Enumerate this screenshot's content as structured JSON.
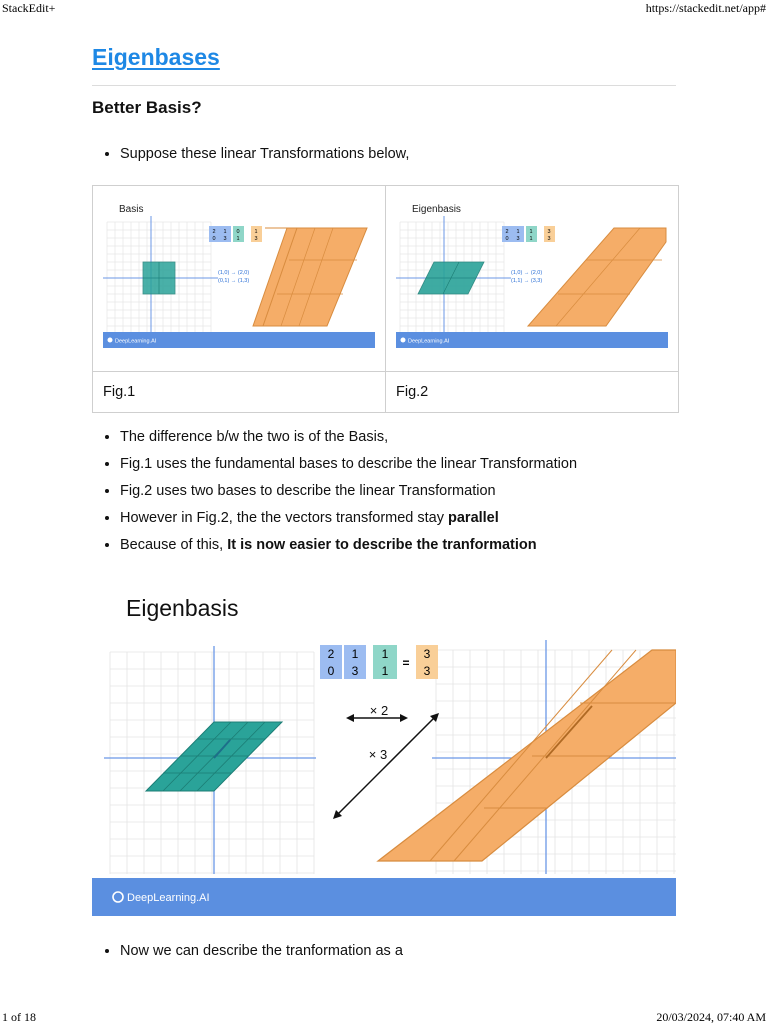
{
  "print": {
    "header_left": "StackEdit+",
    "header_right": "https://stackedit.net/app#",
    "footer_left": "1 of 18",
    "footer_right": "20/03/2024, 07:40 AM"
  },
  "doc": {
    "title": "Eigenbases",
    "subtitle": "Better Basis?",
    "bullets_1": [
      "Suppose these linear Transformations below,"
    ],
    "bullets_2": [
      {
        "text": "The difference b/w the two is of the Basis,",
        "bold": ""
      },
      {
        "text": "Fig.1 uses the fundamental bases to describe the linear Transformation",
        "bold": ""
      },
      {
        "text": "Fig.2 uses two bases to describe the linear Transformation",
        "bold": ""
      },
      {
        "text": "However in Fig.2, the the vectors transformed stay ",
        "bold": "parallel"
      },
      {
        "text": "Because of this, ",
        "bold": "It is now easier to describe the tranformation"
      }
    ],
    "bullets_3": [
      "Now we can describe the tranformation as a"
    ]
  },
  "figures": {
    "fig1": {
      "heading": "Basis",
      "matrix": [
        "2",
        "1",
        "0",
        "3"
      ],
      "vector": [
        "0",
        "1"
      ],
      "result": [
        "1",
        "3"
      ],
      "maps": [
        "(1,0) → (2,0)",
        "(0,1) → (1,3)"
      ],
      "brand": "DeepLearning.AI",
      "caption": "Fig.1"
    },
    "fig2": {
      "heading": "Eigenbasis",
      "matrix": [
        "2",
        "1",
        "0",
        "3"
      ],
      "vector": [
        "1",
        "1"
      ],
      "result": [
        "3",
        "3"
      ],
      "maps": [
        "(1,0) → (2,0)",
        "(1,1) → (3,3)"
      ],
      "brand": "DeepLearning.AI",
      "caption": "Fig.2"
    },
    "big": {
      "heading": "Eigenbasis",
      "matrix": [
        "2",
        "1",
        "0",
        "3"
      ],
      "vector": [
        "1",
        "1"
      ],
      "equals": "=",
      "result": [
        "3",
        "3"
      ],
      "scale_a": "× 2",
      "scale_b": "× 3",
      "brand": "DeepLearning.AI"
    }
  },
  "colors": {
    "accent": "#1e88e5",
    "teal": "#2aa399",
    "orange": "#f5ad68",
    "blue_bar": "#5b8fe0",
    "matrix_blue": "#9cbcf1",
    "matrix_green": "#8fd6c8",
    "matrix_orange": "#f9cf98"
  }
}
